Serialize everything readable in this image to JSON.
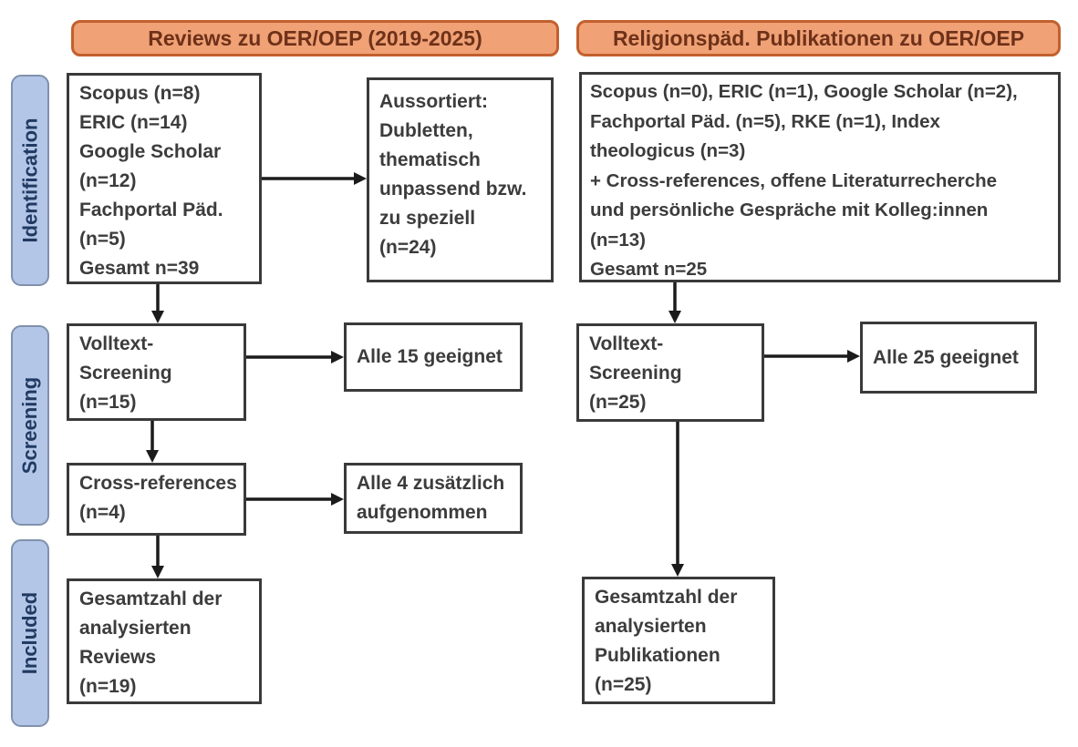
{
  "headers": {
    "left": "Reviews zu OER/OEP (2019-2025)",
    "right": "Religionspäd. Publikationen zu OER/OEP"
  },
  "sidebar": {
    "identification": "Identification",
    "screening": "Screening",
    "included": "Included"
  },
  "left_flow": {
    "sources": "Scopus (n=8)\nERIC (n=14)\nGoogle Scholar\n(n=12)\nFachportal Päd.\n(n=5)\nGesamt n=39",
    "excluded": "Aussortiert:\nDubletten,\nthematisch\nunpassend bzw.\nzu speziell\n(n=24)",
    "fulltext": "Volltext-\nScreening\n(n=15)",
    "fulltext_result": "Alle 15 geeignet",
    "crossref": "Cross-references\n(n=4)",
    "crossref_result": "Alle 4 zusätzlich\naufgenommen",
    "total": "Gesamtzahl der\nanalysierten\nReviews\n(n=19)"
  },
  "right_flow": {
    "sources": "Scopus (n=0), ERIC (n=1), Google Scholar (n=2),\nFachportal Päd. (n=5), RKE (n=1), Index\ntheologicus (n=3)\n+ Cross-references, offene Literaturrecherche\nund persönliche Gespräche mit Kolleg:innen\n(n=13)\nGesamt n=25",
    "fulltext": "Volltext-\nScreening\n(n=25)",
    "fulltext_result": "Alle 25 geeignet",
    "total": "Gesamtzahl der\nanalysierten\nPublikationen\n(n=25)"
  },
  "colors": {
    "header_fill": "#F0A175",
    "header_border": "#C2602E",
    "header_text": "#6E3119",
    "stage_fill": "#B4C6E7",
    "stage_border": "#8091AD",
    "stage_text": "#203A63",
    "box_border": "#3A3A3A",
    "box_text": "#3C3C3C",
    "arrow": "#1B1B1B"
  }
}
